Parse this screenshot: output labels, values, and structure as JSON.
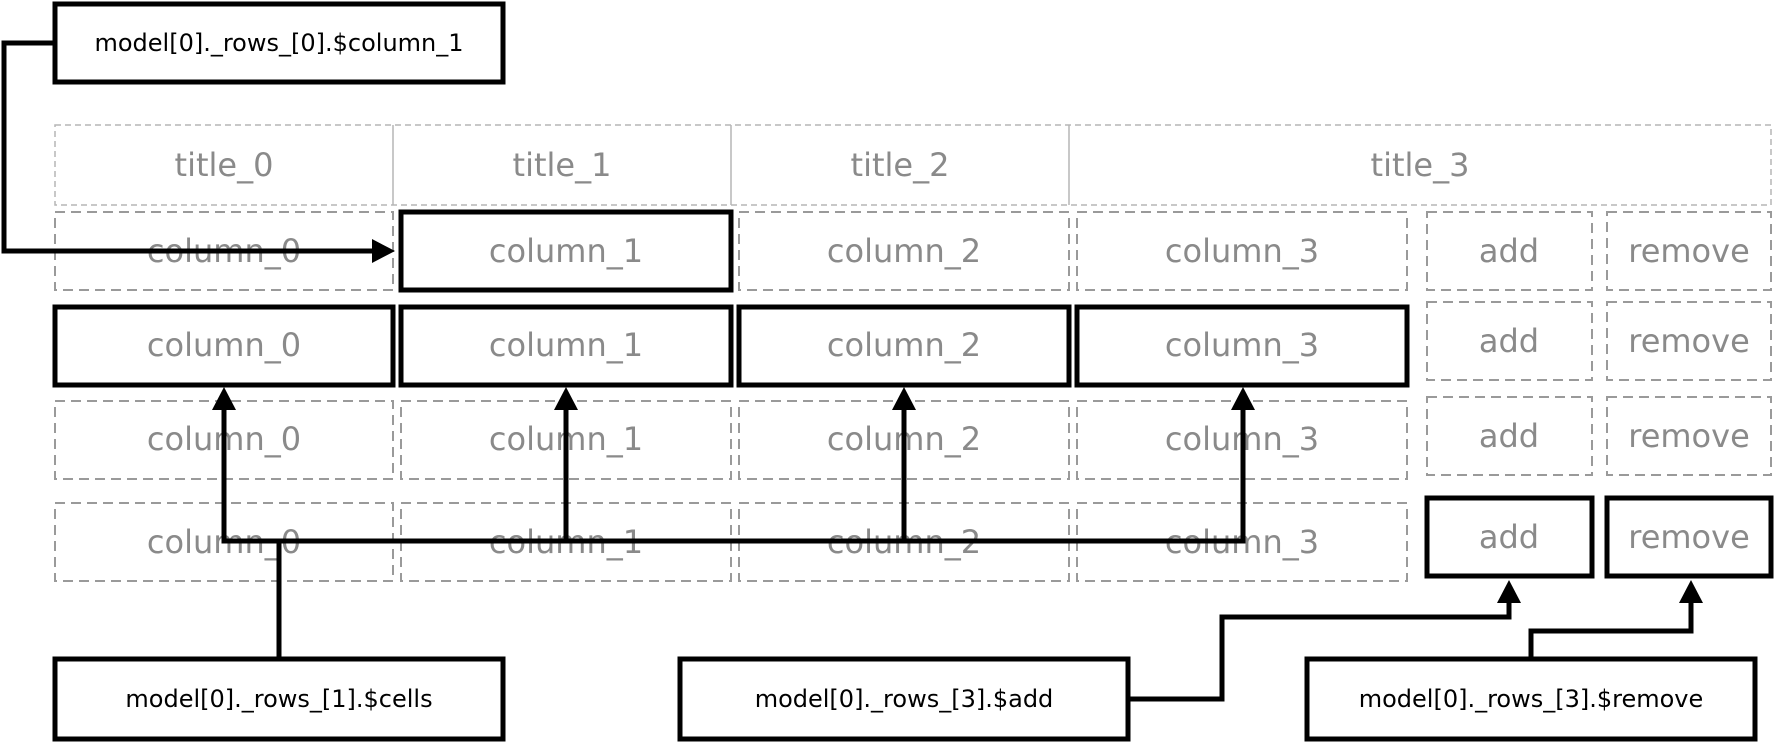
{
  "header": {
    "titles": [
      "title_0",
      "title_1",
      "title_2",
      "title_3"
    ]
  },
  "grid": {
    "cells": [
      "column_0",
      "column_1",
      "column_2",
      "column_3"
    ],
    "add_label": "add",
    "remove_label": "remove"
  },
  "labels": {
    "column1_ref": "model[0]._rows_[0].$column_1",
    "cells_ref": "model[0]._rows_[1].$cells",
    "add_ref": "model[0]._rows_[3].$add",
    "remove_ref": "model[0]._rows_[3].$remove"
  },
  "colors": {
    "highlight": "#000000",
    "dashed": "#9a9a9a",
    "text": "#8a8a8a"
  }
}
